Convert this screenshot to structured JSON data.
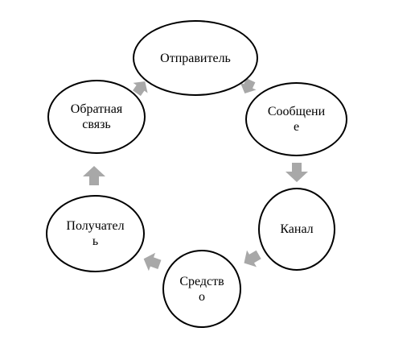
{
  "diagram": {
    "nodes": {
      "sender": "Отправитель",
      "message": "Сообщени\nе",
      "channel": "Канал",
      "medium": "Средств\nо",
      "receiver": "Получател\nь",
      "feedback": "Обратная\nсвязь"
    },
    "arrow_color": "#a8a8a8",
    "cycle_order": [
      "sender",
      "message",
      "channel",
      "medium",
      "receiver",
      "feedback"
    ]
  }
}
